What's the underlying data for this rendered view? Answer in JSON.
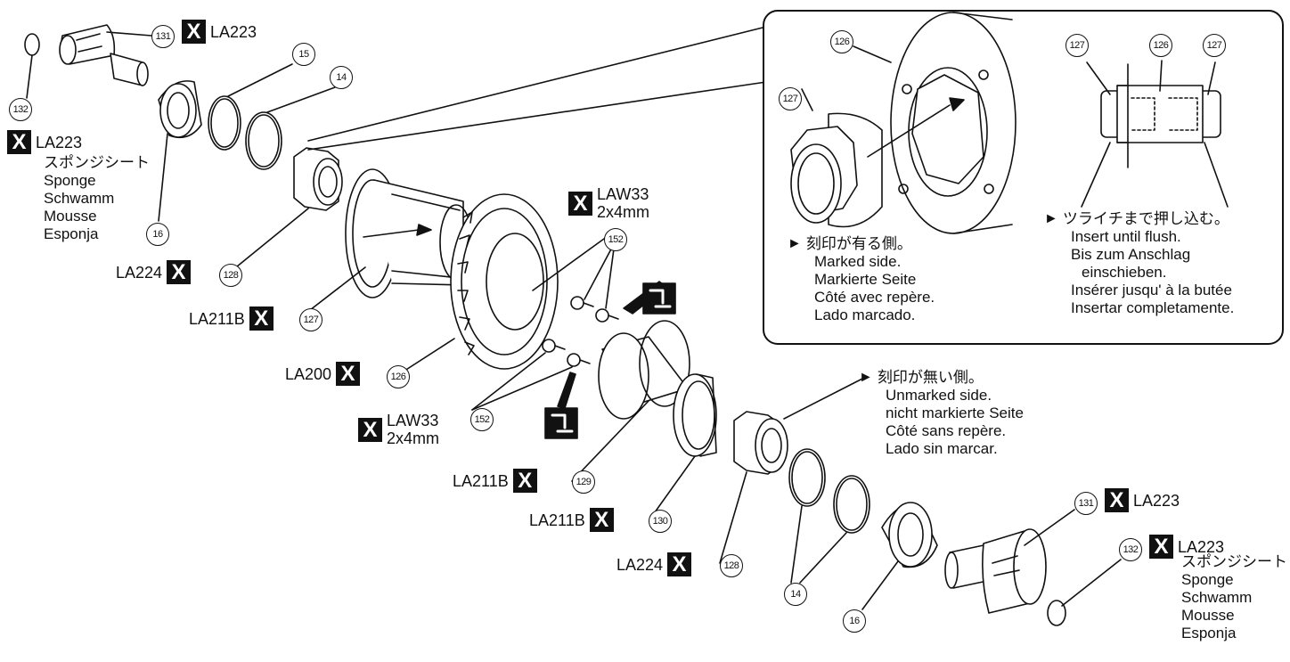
{
  "parts": {
    "p14": "14",
    "p15": "15",
    "p16": "16",
    "p126": "126",
    "p127": "127",
    "p128": "128",
    "p129": "129",
    "p130": "130",
    "p131": "131",
    "p132": "132",
    "p152": "152"
  },
  "codes": {
    "la223": "LA223",
    "la224": "LA224",
    "la211b": "LA211B",
    "la200": "LA200",
    "law33": "LAW33",
    "screw_size": "2x4mm"
  },
  "x_mark": "X",
  "sponge": [
    "スポンジシート",
    "Sponge",
    "Schwamm",
    "Mousse",
    "Esponja"
  ],
  "marked_side": [
    "刻印が有る側。",
    "Marked side.",
    "Markierte Seite",
    "Côté avec repère.",
    "Lado marcado."
  ],
  "unmarked_side": [
    "刻印が無い側。",
    "Unmarked side.",
    "nicht markierte Seite",
    "Côté sans repère.",
    "Lado sin marcar."
  ],
  "insert_flush": [
    "ツライチまで押し込む。",
    "Insert until flush.",
    "Bis zum Anschlag",
    "einschieben.",
    "Insérer jusqu' à la butée",
    "Insertar completamente."
  ],
  "arrow_glyph": "►",
  "colors": {
    "ink": "#111111",
    "paper": "#ffffff",
    "mark": "#111111"
  }
}
